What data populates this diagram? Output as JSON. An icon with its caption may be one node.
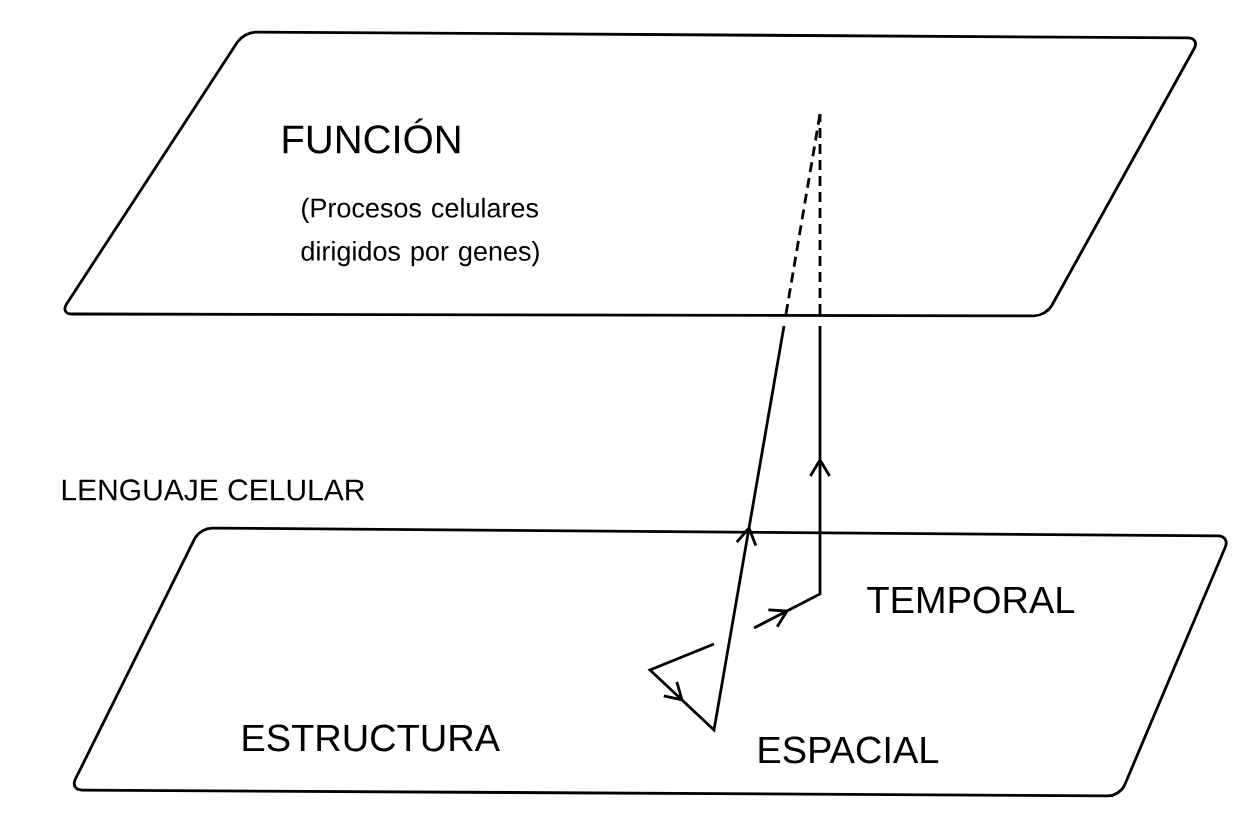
{
  "diagram": {
    "nodes": [
      {
        "text": [
          "FUNCIÓN",
          "(Procesos celulares dirigidos por genes)"
        ]
      },
      {
        "text": [
          "ESTRUCTURA",
          "TEMPORAL",
          "ESPACIAL"
        ]
      }
    ],
    "labels": [
      "LENGUAJE CELULAR"
    ]
  }
}
